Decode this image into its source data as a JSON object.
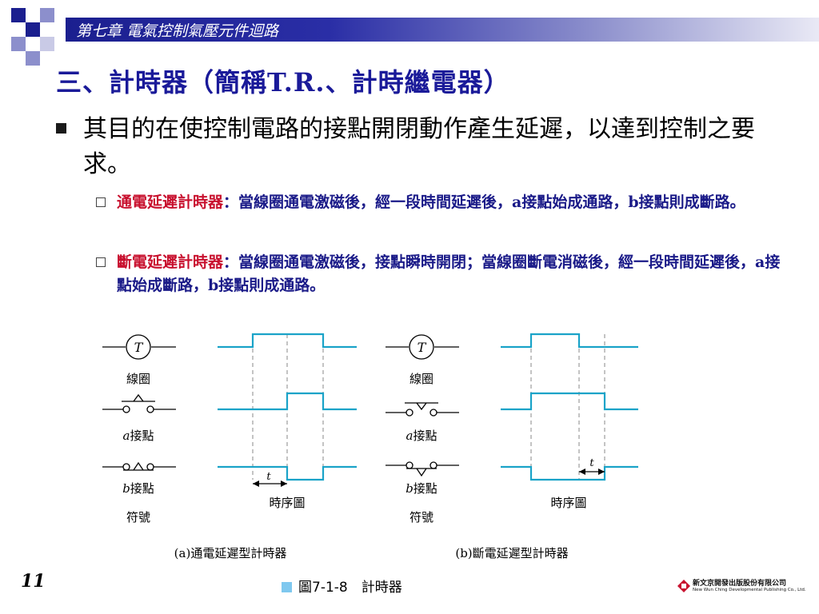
{
  "header": {
    "chapter": "第七章  電氣控制氣壓元件迴路"
  },
  "title": "三、計時器（簡稱T.R.、計時繼電器）",
  "main_bullet": "其目的在使控制電路的接點開閉動作產生延遲，以達到控制之要求。",
  "sub_items": [
    {
      "term": "通電延遲計時器",
      "text": "：當線圈通電激磁後，經一段時間延遲後，a接點始成通路，b接點則成斷路。"
    },
    {
      "term": "斷電延遲計時器",
      "text": "：當線圈通電激磁後，接點瞬時開閉；當線圈斷電消磁後，經一段時間延遲後，a接點始成斷路，b接點則成通路。"
    }
  ],
  "figure": {
    "coil_symbol": "T",
    "coil_label": "線圈",
    "a_contact_prefix": "a",
    "a_contact_label": "接點",
    "b_contact_prefix": "b",
    "b_contact_label": "接點",
    "symbol_label": "符號",
    "timing_label": "時序圖",
    "delay_label": "t",
    "caption_a": "(a)通電延遲型計時器",
    "caption_b": "(b)斷電延遲型計時器"
  },
  "caption": "圖7-1-8　計時器",
  "page_number": "11",
  "publisher": {
    "name": "新文京開發出版股份有限公司",
    "english": "New Wun Ching Developmental Publishing Co., Ltd."
  },
  "colors": {
    "title": "#1a1a99",
    "term": "#c8102e",
    "waveform": "#1aa3c8",
    "header": "#1b1f8f"
  }
}
